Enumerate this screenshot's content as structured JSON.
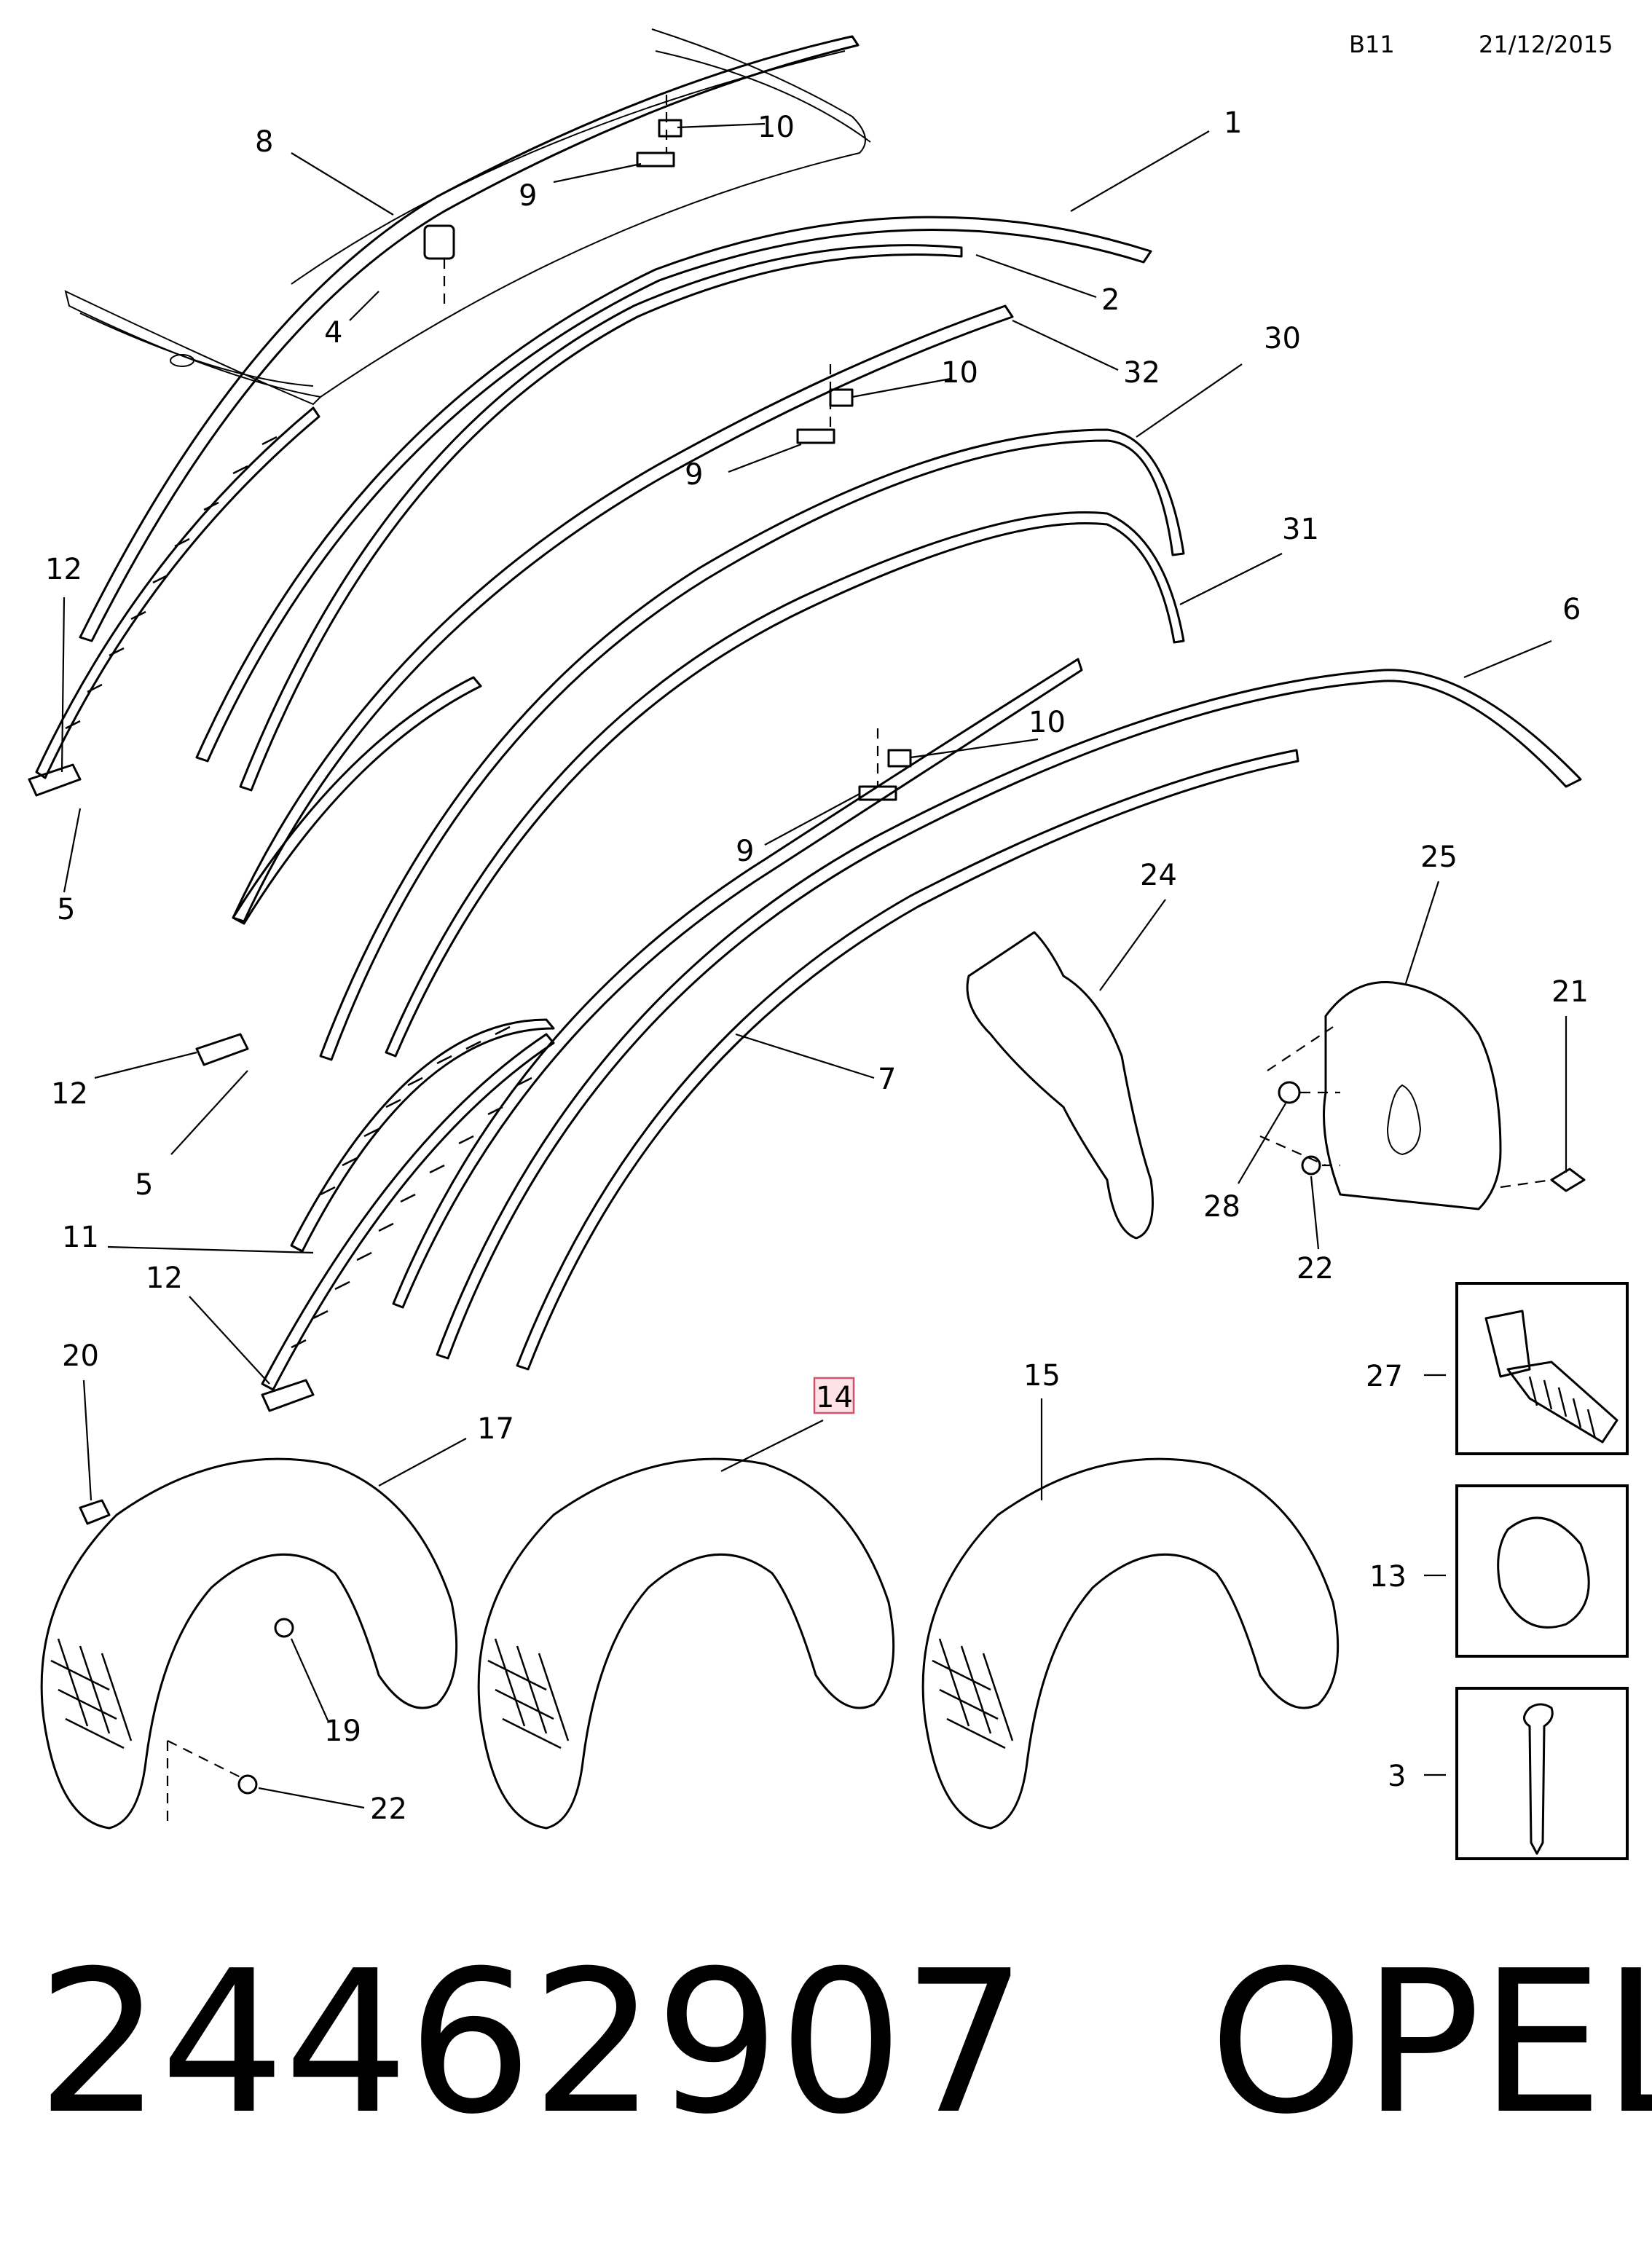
{
  "header": {
    "code": "B11",
    "date": "21/12/2015"
  },
  "callouts": {
    "c1": "1",
    "c2": "2",
    "c3": "3",
    "c4": "4",
    "c5a": "5",
    "c5b": "5",
    "c6": "6",
    "c7": "7",
    "c8": "8",
    "c9a": "9",
    "c9b": "9",
    "c9c": "9",
    "c10a": "10",
    "c10b": "10",
    "c10c": "10",
    "c11": "11",
    "c12a": "12",
    "c12b": "12",
    "c12c": "12",
    "c13": "13",
    "c14": "14",
    "c15": "15",
    "c17": "17",
    "c19": "19",
    "c20": "20",
    "c21": "21",
    "c22a": "22",
    "c22b": "22",
    "c24": "24",
    "c25": "25",
    "c27": "27",
    "c28": "28",
    "c30": "30",
    "c31": "31",
    "c32": "32"
  },
  "highlighted_callout": "14",
  "footer": {
    "part_number": "24462907",
    "brand": "OPEL"
  }
}
